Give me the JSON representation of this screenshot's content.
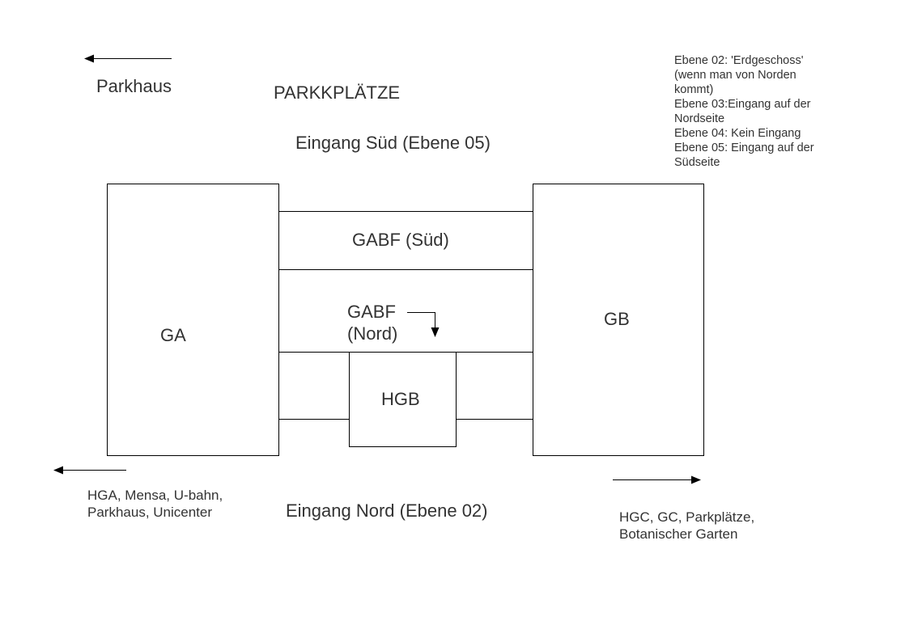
{
  "diagram": {
    "parkhaus_label": "Parkhaus",
    "parkplaetze_label": "PARKKPLÄTZE",
    "eingang_sued": "Eingang Süd (Ebene 05)",
    "eingang_nord": "Eingang Nord (Ebene 02)",
    "legend": [
      "Ebene 02: 'Erdgeschoss'",
      "(wenn man von Norden",
      "kommt)",
      "Ebene 03:Eingang auf der",
      "Nordseite",
      "Ebene 04: Kein Eingang",
      "Ebene 05: Eingang auf der",
      "Südseite"
    ],
    "buildings": {
      "ga": "GA",
      "gb": "GB",
      "gabf_sued": "GABF (Süd)",
      "gabf_nord_line1": "GABF",
      "gabf_nord_line2": "(Nord)",
      "hgb": "HGB"
    },
    "bottom_left_line1": "HGA, Mensa, U-bahn,",
    "bottom_left_line2": "Parkhaus, Unicenter",
    "bottom_right_line1": "HGC, GC, Parkplätze,",
    "bottom_right_line2": "Botanischer Garten"
  }
}
